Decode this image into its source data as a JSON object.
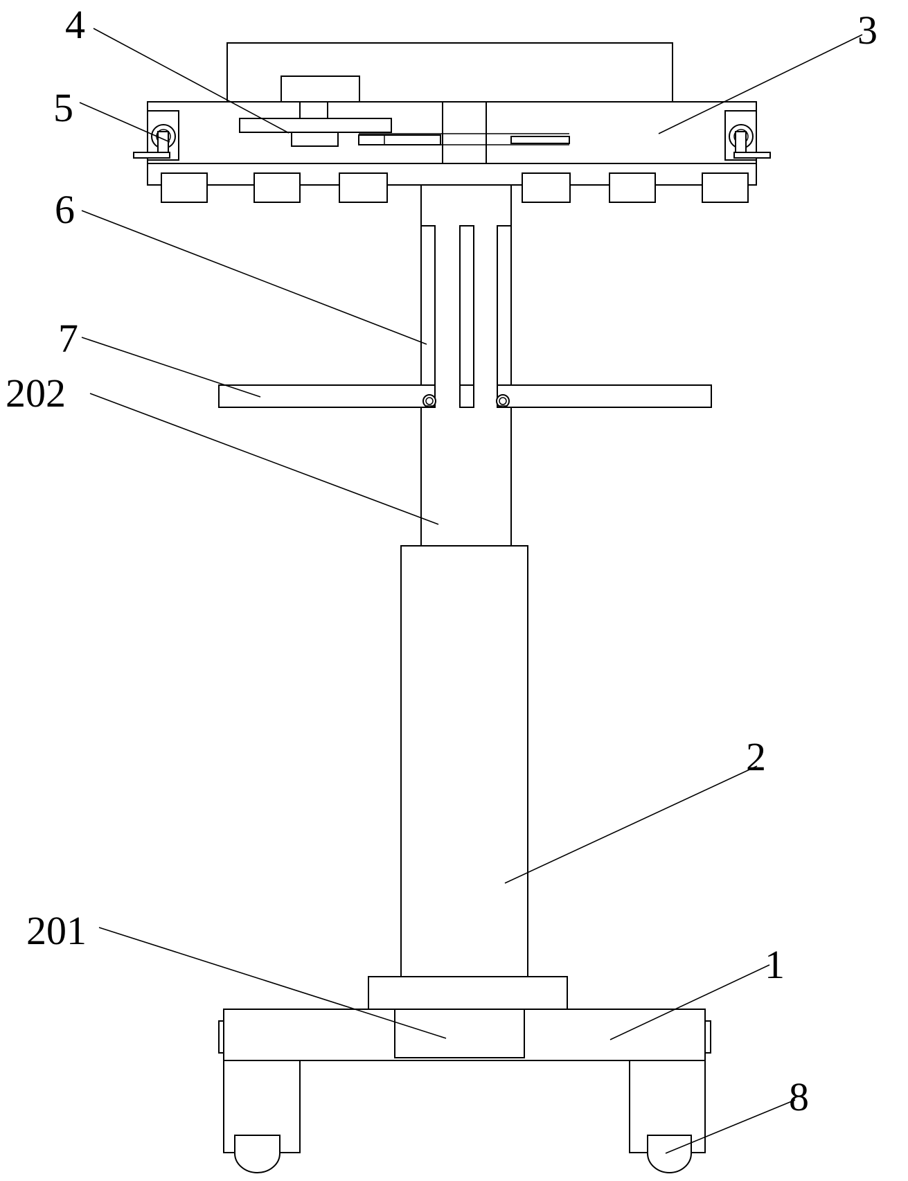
{
  "diagram": {
    "labels": {
      "base": "1",
      "column": "2",
      "platform": "3",
      "clamp_assembly": "4",
      "side_roller": "5",
      "vertical_slot_bar": "6",
      "side_arm": "7",
      "hinge_pin": "202",
      "lift_motor": "201",
      "wheel": "8"
    }
  }
}
